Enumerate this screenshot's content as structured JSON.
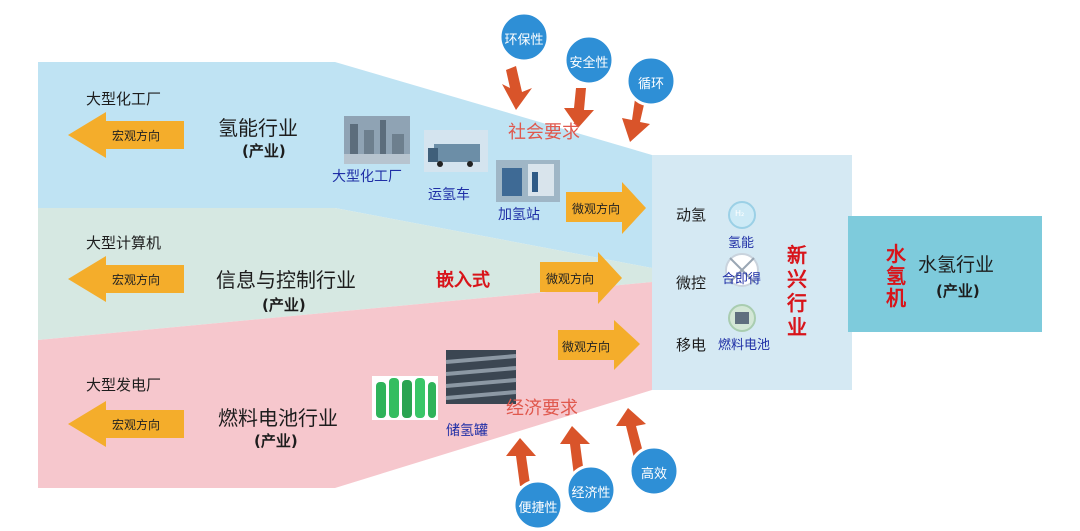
{
  "colors": {
    "blue_band": "#bfe3f3",
    "green_band": "#d6e8e2",
    "pink_band": "#f6c7cd",
    "convergence": "#d5e9f3",
    "right_box": "#7ecbdc",
    "arrow_yellow": "#f4ad2b",
    "arrow_red": "#d9542a",
    "circle_blue": "#2e8fd6",
    "accent_red": "#d8141a"
  },
  "rows": [
    {
      "left_label": "大型化工厂",
      "macro": "宏观方向",
      "title": "氢能行业",
      "sub": "(产业)"
    },
    {
      "left_label": "大型计算机",
      "macro": "宏观方向",
      "title": "信息与控制行业",
      "sub": "(产业)"
    },
    {
      "left_label": "大型发电厂",
      "macro": "宏观方向",
      "title": "燃料电池行业",
      "sub": "(产业)"
    }
  ],
  "photos": {
    "factory": "大型化工厂",
    "truck": "运氢车",
    "station": "加氢站",
    "tank": "储氢罐"
  },
  "micro": [
    "微观方向",
    "微观方向",
    "微观方向"
  ],
  "embedded": "嵌入式",
  "social": {
    "label": "社会要求",
    "circles": [
      "环保性",
      "安全性",
      "循环"
    ]
  },
  "economic": {
    "label": "经济要求",
    "circles": [
      "便捷性",
      "经济性",
      "高效"
    ]
  },
  "convergence": {
    "items": [
      "动氢",
      "微控",
      "移电"
    ],
    "icons": [
      "氢能",
      "合即得",
      "燃料电池"
    ],
    "h2_icon_text": "H₂",
    "new_industry": [
      "新",
      "兴",
      "行",
      "业"
    ]
  },
  "right": {
    "vertical": [
      "水",
      "氢",
      "机"
    ],
    "title": "水氢行业",
    "sub": "(产业)"
  }
}
